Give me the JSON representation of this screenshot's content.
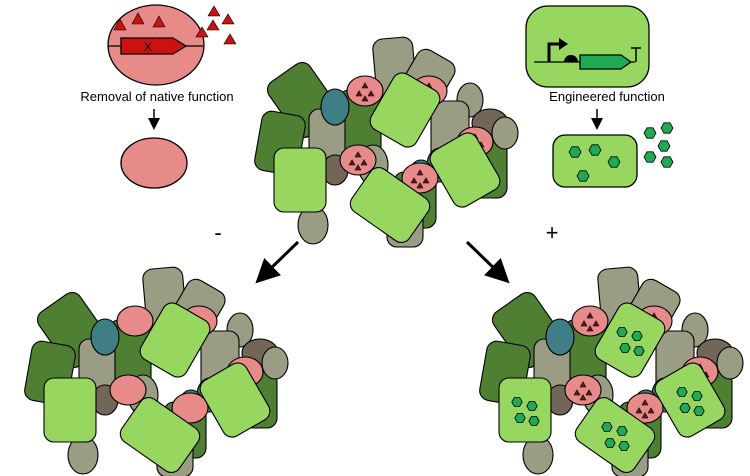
{
  "labels": {
    "left_title": "Removal of native function",
    "right_title": "Engineered function",
    "minus": "-",
    "plus": "+",
    "gene_mark": "X"
  },
  "colors": {
    "dark_green": "#4f7f32",
    "light_green": "#97d65f",
    "gray_green": "#9a9c84",
    "teal": "#3e7f86",
    "taupe": "#716657",
    "pink": "#e78a8a",
    "triangle_red": "#b31414",
    "triangle_dark": "#561a1a",
    "hexagon_green": "#20aa55",
    "gene_red": "#cc1111"
  },
  "clusters": {
    "top": "base-community",
    "bottom_left": "native-function-removed",
    "bottom_right": "engineered-function-added"
  }
}
